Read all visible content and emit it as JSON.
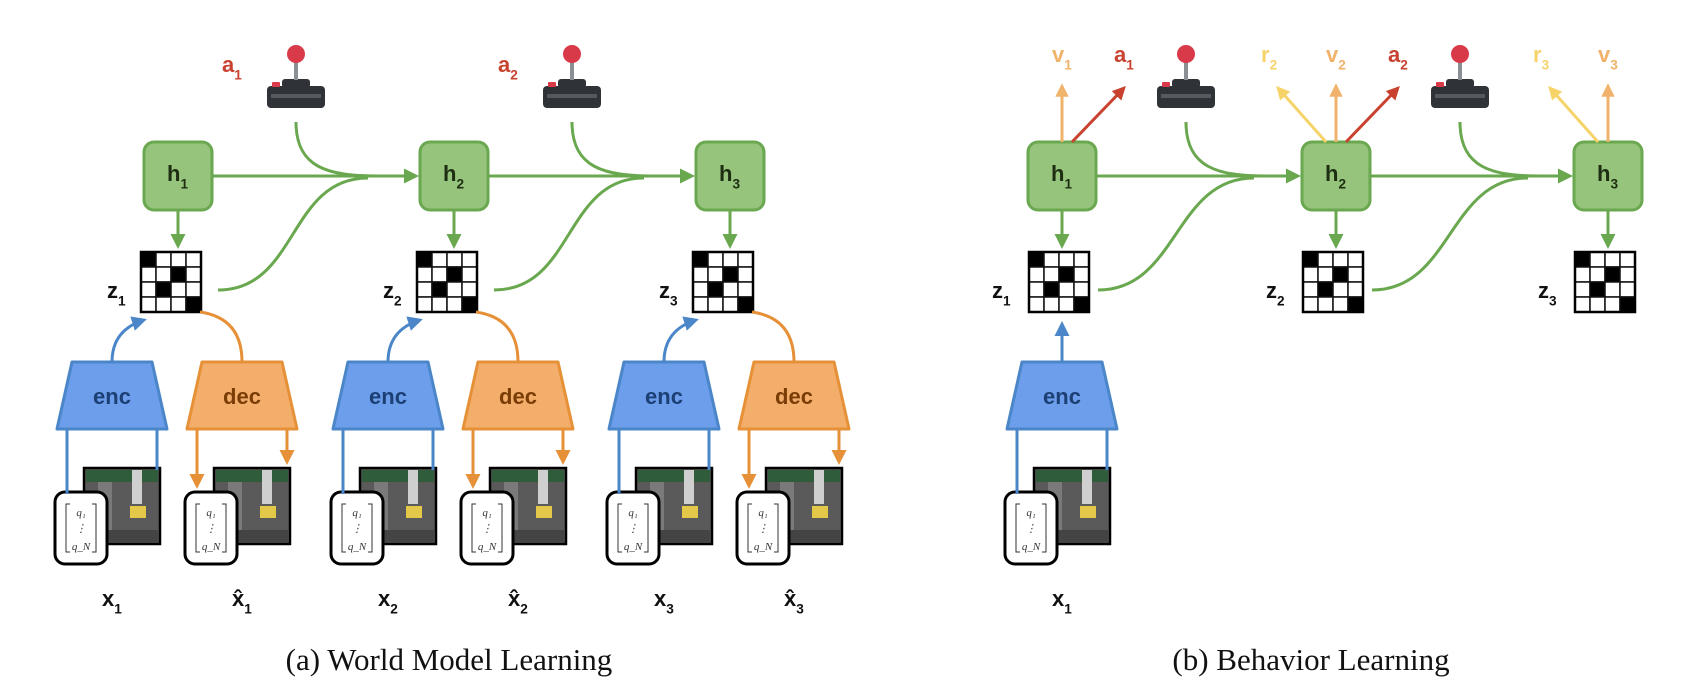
{
  "panel_a": {
    "caption": "(a) World Model Learning",
    "steps": [
      {
        "h": "h",
        "h_sub": "1",
        "z": "z",
        "z_sub": "1",
        "a": "a",
        "a_sub": "1",
        "x": "x",
        "x_sub": "1",
        "xhat": "x̂",
        "xhat_sub": "1",
        "enc": "enc",
        "dec": "dec"
      },
      {
        "h": "h",
        "h_sub": "2",
        "z": "z",
        "z_sub": "2",
        "a": "a",
        "a_sub": "2",
        "x": "x",
        "x_sub": "2",
        "xhat": "x̂",
        "xhat_sub": "2",
        "enc": "enc",
        "dec": "dec"
      },
      {
        "h": "h",
        "h_sub": "3",
        "z": "z",
        "z_sub": "3",
        "x": "x",
        "x_sub": "3",
        "xhat": "x̂",
        "xhat_sub": "3",
        "enc": "enc",
        "dec": "dec"
      }
    ]
  },
  "panel_b": {
    "caption": "(b) Behavior Learning",
    "enc": "enc",
    "x": "x",
    "x_sub": "1",
    "steps": [
      {
        "h": "h",
        "h_sub": "1",
        "z": "z",
        "z_sub": "1",
        "v": "v",
        "v_sub": "1",
        "a": "a",
        "a_sub": "1"
      },
      {
        "h": "h",
        "h_sub": "2",
        "z": "z",
        "z_sub": "2",
        "r": "r",
        "r_sub": "2",
        "v": "v",
        "v_sub": "2",
        "a": "a",
        "a_sub": "2"
      },
      {
        "h": "h",
        "h_sub": "3",
        "z": "z",
        "z_sub": "3",
        "r": "r",
        "r_sub": "3",
        "v": "v",
        "v_sub": "3"
      }
    ]
  },
  "matrix": {
    "top": "q₁",
    "dots": "⋮",
    "bottom": "q_N"
  },
  "colors": {
    "green_fill": "#97c47c",
    "green_stroke": "#6aa84f",
    "blue_fill": "#6d9eeb",
    "blue_stroke": "#4a86c8",
    "blue_text": "#1c3f74",
    "orange_fill": "#f3ae6c",
    "orange_stroke": "#e69138",
    "orange_text": "#7a3d05",
    "action": "#c8422f",
    "reward": "#f7d469",
    "value": "#f0b36b",
    "joystick": "#2f3338",
    "knob": "#d93a49"
  }
}
